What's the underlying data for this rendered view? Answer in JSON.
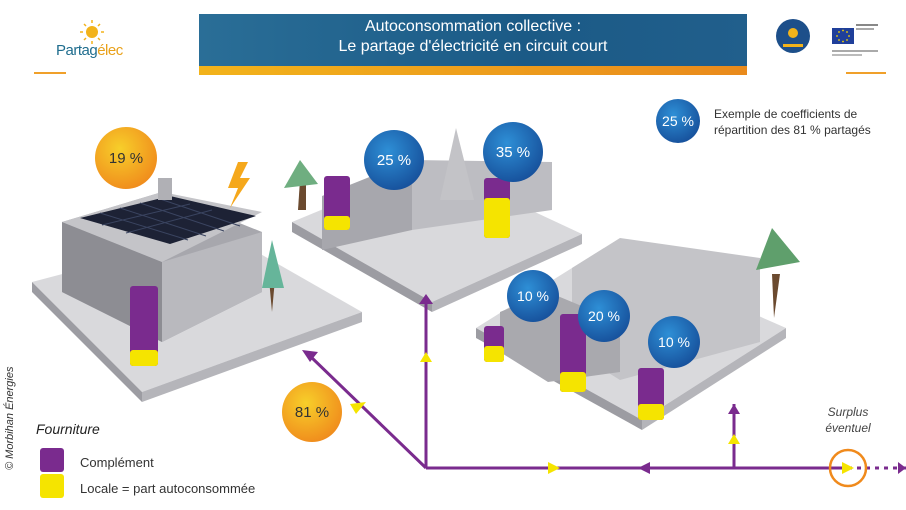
{
  "header": {
    "logo_text_part1": "Partag",
    "logo_text_part2": "élec",
    "title_line1": "Autoconsommation collective :",
    "title_line2": "Le partage d'électricité en circuit court"
  },
  "badges": {
    "producer_share": "19 %",
    "total_shared": "81 %",
    "legend_example": "25 %",
    "house1": "25 %",
    "house2": "35 %",
    "unit1": "10 %",
    "unit2": "20 %",
    "unit3": "10 %"
  },
  "legend": {
    "title": "Fourniture",
    "complement": "Complément",
    "locale": "Locale = part autoconsommée"
  },
  "annotation": {
    "example_line1": "Exemple de coefficients de",
    "example_line2": "répartition des 81 % partagés",
    "surplus_line1": "Surplus",
    "surplus_line2": "éventuel"
  },
  "credit": "© Morbihan Énergies",
  "colors": {
    "banner_blue": "#1b5a86",
    "accent_orange": "#f0a02a",
    "complement_purple": "#7a2b8e",
    "locale_yellow": "#f5e400",
    "badge_blue": "#1e6fb8",
    "badge_orange": "#f4a91c"
  }
}
